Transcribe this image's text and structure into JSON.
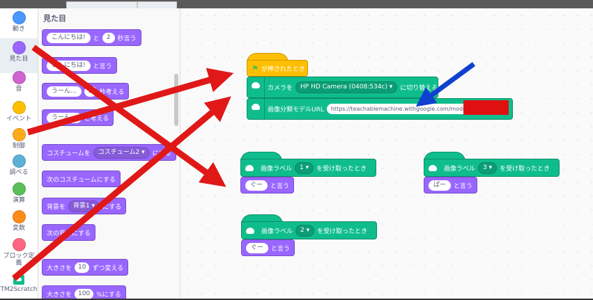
{
  "categories": [
    {
      "label": "動き",
      "color": "#4c97ff",
      "icon": "motion-dot-icon"
    },
    {
      "label": "見た目",
      "color": "#9966ff",
      "icon": "looks-dot-icon",
      "active": true
    },
    {
      "label": "音",
      "color": "#cf63cf",
      "icon": "sound-dot-icon"
    },
    {
      "label": "イベント",
      "color": "#ffbf00",
      "icon": "events-dot-icon"
    },
    {
      "label": "制御",
      "color": "#ffab19",
      "icon": "control-dot-icon"
    },
    {
      "label": "調べる",
      "color": "#5cb1d6",
      "icon": "sensing-dot-icon"
    },
    {
      "label": "演算",
      "color": "#59c059",
      "icon": "operators-dot-icon"
    },
    {
      "label": "変数",
      "color": "#ff8c1a",
      "icon": "variables-dot-icon"
    },
    {
      "label": "ブロック定義",
      "color": "#ff6680",
      "icon": "myblocks-dot-icon"
    },
    {
      "label": "TM2Scratch",
      "color": "#0fbd8c",
      "icon": "tm2scratch-icon"
    }
  ],
  "palette": {
    "title": "見た目",
    "blocks": {
      "say_for": {
        "text": "こんにちは!",
        "mid": "と",
        "num": "2",
        "tail": "秒言う"
      },
      "say": {
        "text": "こんにちは!",
        "tail": "と言う"
      },
      "think_for": {
        "text": "うーん...",
        "num": "2",
        "tail": "秒考える"
      },
      "think": {
        "text": "うーん...",
        "tail": "と考える"
      },
      "switch_costume": {
        "head": "コスチュームを",
        "value": "コスチューム2",
        "tail": "にする"
      },
      "next_costume": {
        "text": "次のコスチュームにする"
      },
      "switch_backdrop": {
        "head": "背景を",
        "value": "背景1",
        "tail": "にする"
      },
      "next_backdrop": {
        "text": "次の背景にする"
      },
      "change_size": {
        "head": "大きさを",
        "num": "10",
        "tail": "ずつ変える"
      },
      "set_size": {
        "head": "大きさを",
        "num": "100",
        "tail": "%にする"
      }
    }
  },
  "workspace": {
    "flag_hat": {
      "label": "が押されたとき"
    },
    "camera_block": {
      "head": "カメラを",
      "value": "HP HD Camera (0408:534c)",
      "tail": "に切り替える"
    },
    "model_block": {
      "head": "画像分類モデルURL",
      "url": "https://teachablemachine.withgoogle.com/models/"
    },
    "label_hats": [
      {
        "head": "画像ラベル",
        "value": "1",
        "tail": "を受け取ったとき",
        "say_text": "ぐー",
        "say_tail": "と言う"
      },
      {
        "head": "画像ラベル",
        "value": "3",
        "tail": "を受け取ったとき",
        "say_text": "ぱー",
        "say_tail": "と言う"
      },
      {
        "head": "画像ラベル",
        "value": "2",
        "tail": "を受け取ったとき",
        "say_text": "ぐー",
        "say_tail": "と言う"
      }
    ]
  },
  "colors": {
    "annotation_red": "#e01818",
    "annotation_blue": "#1040d0",
    "looks": "#9966ff",
    "events": "#ffbf00",
    "extension": "#0fbd8c"
  }
}
